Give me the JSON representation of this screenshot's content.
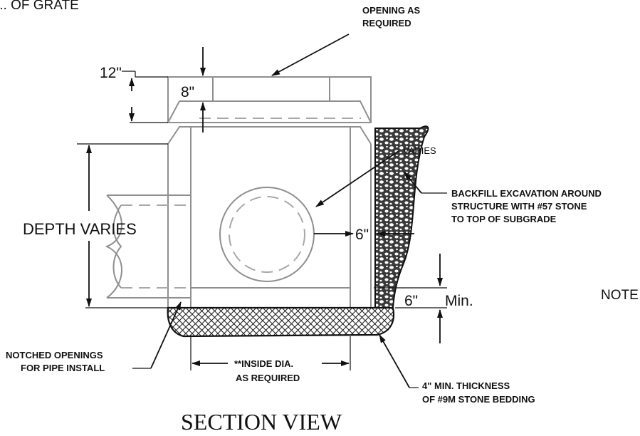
{
  "labels": {
    "top_partial": "... OF GRATE",
    "opening": [
      "OPENING AS",
      "REQUIRED"
    ],
    "dim_12": "12\"",
    "dim_8": "8\"",
    "varies": "VARIES",
    "depth_varies": "DEPTH VARIES",
    "six_side": "6\"",
    "six_min": "6\"",
    "min": "Min.",
    "note": "NOTE",
    "backfill": [
      "BACKFILL EXCAVATION AROUND",
      "STRUCTURE WITH #57 STONE",
      "TO TOP OF SUBGRADE"
    ],
    "notched": [
      "NOTCHED OPENINGS",
      "FOR PIPE INSTALL"
    ],
    "inside_dia": [
      "**INSIDE DIA.",
      "AS REQUIRED"
    ],
    "bedding": [
      "4\" MIN. THICKNESS",
      "OF #9M STONE BEDDING"
    ],
    "section_title": "SECTION VIEW"
  },
  "colors": {
    "structure": "#8f8f8f",
    "annotation": "#111111",
    "background": "#ffffff"
  }
}
